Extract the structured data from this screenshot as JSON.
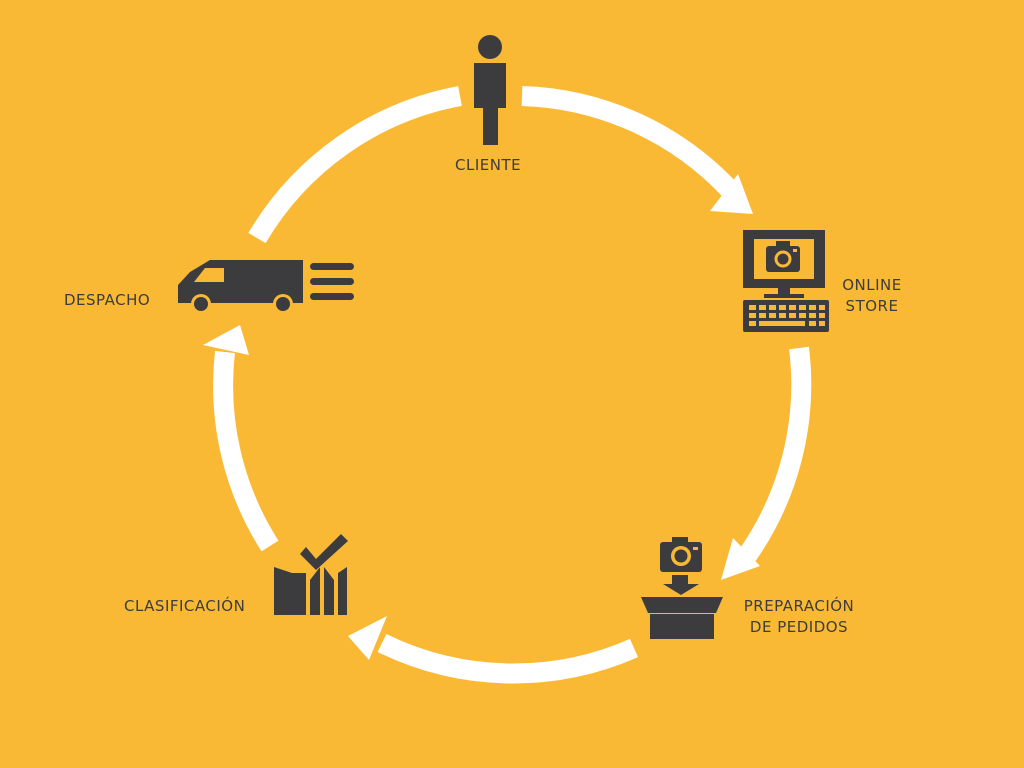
{
  "colors": {
    "background": "#FAB935",
    "arrow": "#FFFFFF",
    "icon": "#3C3C3E"
  },
  "steps": [
    {
      "lines": [
        "CLIENTE"
      ],
      "icon": "person-icon"
    },
    {
      "lines": [
        "ONLINE",
        "STORE"
      ],
      "icon": "computer-camera-icon"
    },
    {
      "lines": [
        "PREPARACIÓN",
        "DE PEDIDOS"
      ],
      "icon": "camera-box-icon"
    },
    {
      "lines": [
        "CLASIFICACIÓN"
      ],
      "icon": "box-check-icon"
    },
    {
      "lines": [
        "DESPACHO"
      ],
      "icon": "delivery-van-icon"
    }
  ]
}
